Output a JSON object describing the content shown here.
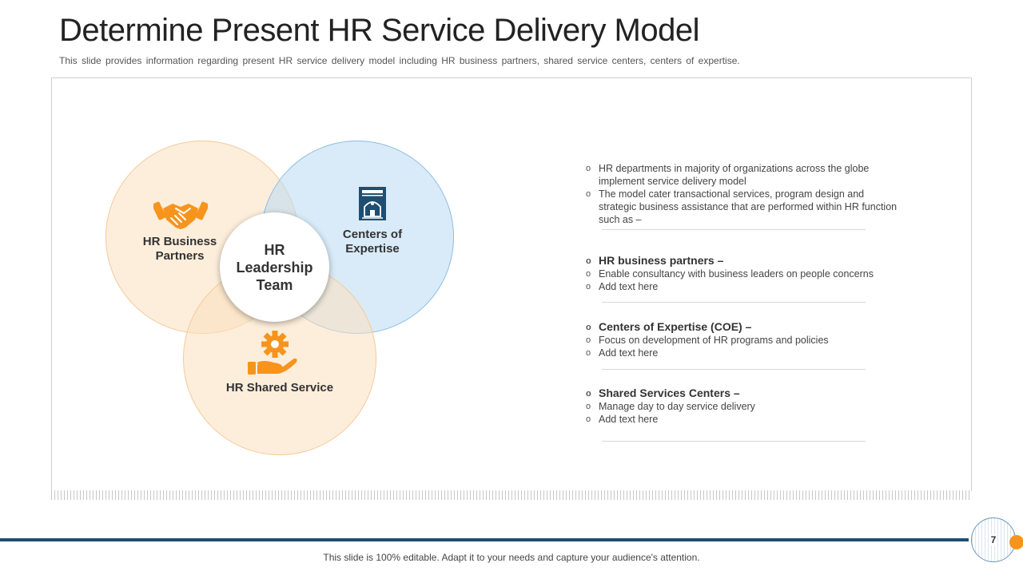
{
  "title": "Determine Present HR Service Delivery Model",
  "subtitle": "This slide provides information regarding present HR service delivery model including HR business partners, shared service centers, centers of expertise.",
  "venn": {
    "left_label": "HR Business Partners",
    "right_label": "Centers of Expertise",
    "bottom_label": "HR Shared Service",
    "center_label": "HR Leadership Team"
  },
  "info": {
    "intro": [
      "HR departments in majority of organizations across the globe implement service delivery model",
      "The model cater transactional services, program design and strategic business assistance that are performed within HR function such as –"
    ],
    "sections": [
      {
        "heading": "HR business partners –",
        "items": [
          "Enable consultancy with business leaders on people concerns",
          "Add text here"
        ]
      },
      {
        "heading": "Centers of Expertise (COE) –",
        "items": [
          "Focus on development  of HR programs and policies",
          "Add text here"
        ]
      },
      {
        "heading": "Shared Services Centers –",
        "items": [
          "Manage day to day service delivery",
          "Add text here"
        ]
      }
    ]
  },
  "page_number": "7",
  "footer": "This slide is 100% editable. Adapt it to your needs and capture your audience's attention.",
  "colors": {
    "orange": "#f7941d",
    "navy": "#1f4e70",
    "peach": "#fce0bd",
    "light_blue": "#badaf2"
  },
  "icons": [
    "handshake-icon",
    "building-document-icon",
    "gear-hand-icon"
  ]
}
